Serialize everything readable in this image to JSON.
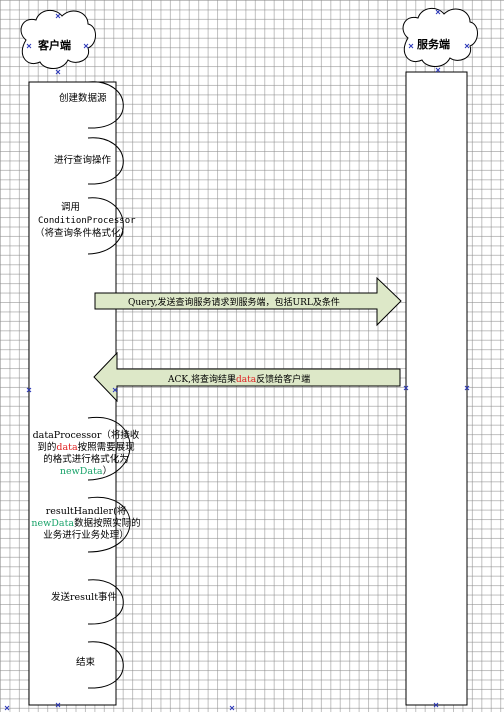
{
  "actors": {
    "client": "客户端",
    "server": "服务端"
  },
  "steps": {
    "create_datasource": "创建数据源",
    "do_query": "进行查询操作",
    "call_line1": "调用",
    "call_line2": "ConditionProcessor",
    "call_line3": "（将查询条件格式化）",
    "dp_part1": "dataProcessor（将接收",
    "dp_part2a": "到的",
    "dp_part2b": "data",
    "dp_part2c": "按照需要展现",
    "dp_part3": "的格式进行格式化为",
    "dp_part4a": "newData",
    "dp_part4b": "）",
    "rh_part1": "resultHandler(将",
    "rh_part2a": "newData",
    "rh_part2b": "数据按照实际的",
    "rh_part3": "业务进行业务处理）",
    "send_event": "发送result事件",
    "end": "结束"
  },
  "messages": {
    "query": "Query,发送查询服务请求到服务端，包括URL及条件",
    "ack_part1": "ACK,将查询结果",
    "ack_part2": "data",
    "ack_part3": "反馈给客户端"
  },
  "colors": {
    "arrow_fill": "#dde8c8",
    "arrow_stroke": "#000000",
    "highlight_red": "#e02020",
    "highlight_green": "#1aa36a",
    "handle_blue": "#2a36b8"
  }
}
